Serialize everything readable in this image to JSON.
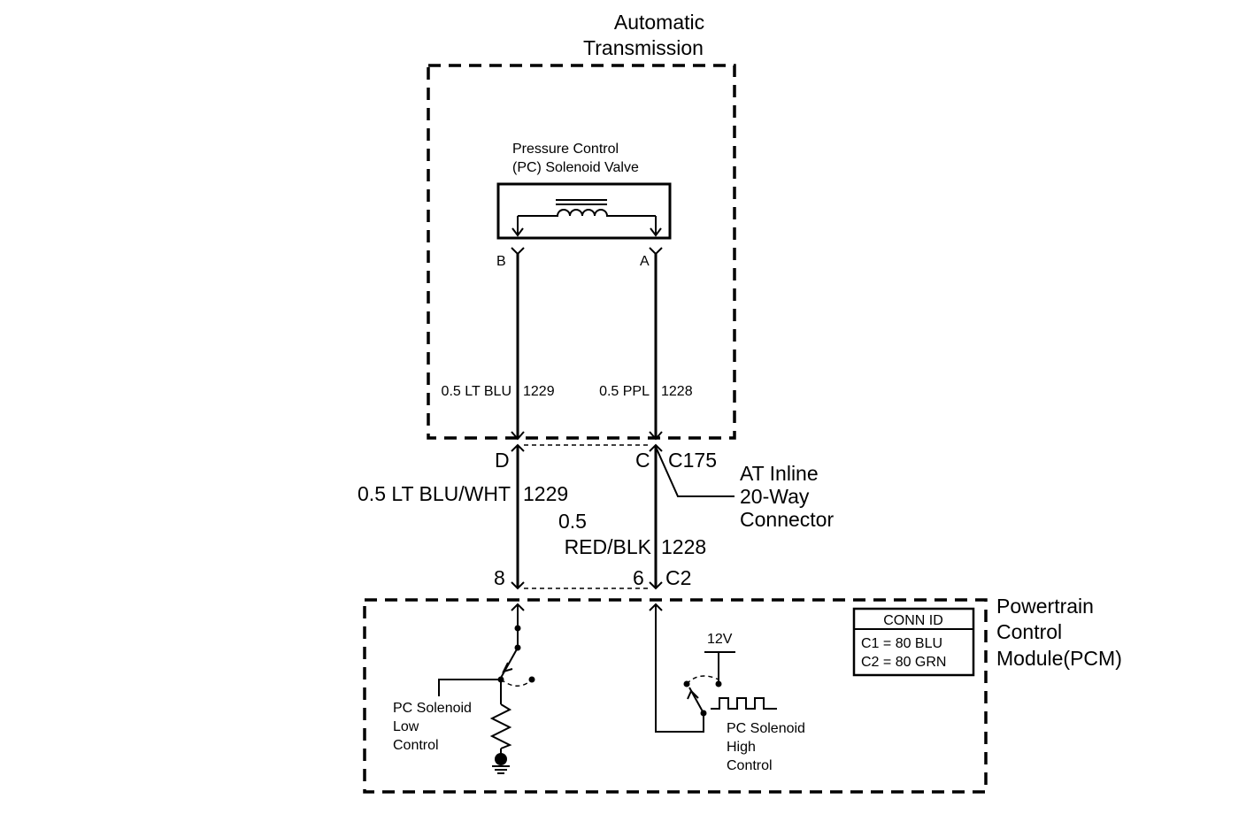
{
  "transmission": {
    "title_line1": "Automatic",
    "title_line2": "Transmission"
  },
  "solenoid": {
    "label_line1": "Pressure Control",
    "label_line2": "(PC) Solenoid Valve",
    "pin_b": "B",
    "pin_a": "A"
  },
  "wires_upper": {
    "left_label": "0.5 LT BLU",
    "left_circuit": "1229",
    "right_label": "0.5 PPL",
    "right_circuit": "1228"
  },
  "inline_connector": {
    "pin_d": "D",
    "pin_c": "C",
    "id": "C175",
    "callout_line1": "AT Inline",
    "callout_line2": "20-Way",
    "callout_line3": "Connector"
  },
  "wires_lower": {
    "left_label": "0.5 LT BLU/WHT",
    "left_circuit": "1229",
    "right_label_line1": "0.5",
    "right_label_line2": "RED/BLK",
    "right_circuit": "1228"
  },
  "pcm_connector": {
    "pin_8": "8",
    "pin_6": "6",
    "id": "C2"
  },
  "pcm": {
    "title_line1": "Powertrain",
    "title_line2": "Control",
    "title_line3": "Module(PCM)",
    "low_control_line1": "PC Solenoid",
    "low_control_line2": "Low",
    "low_control_line3": "Control",
    "high_control_line1": "PC Solenoid",
    "high_control_line2": "High",
    "high_control_line3": "Control",
    "supply_voltage": "12V"
  },
  "conn_id_table": {
    "header": "CONN ID",
    "row1": "C1 = 80 BLU",
    "row2": "C2 = 80 GRN"
  }
}
